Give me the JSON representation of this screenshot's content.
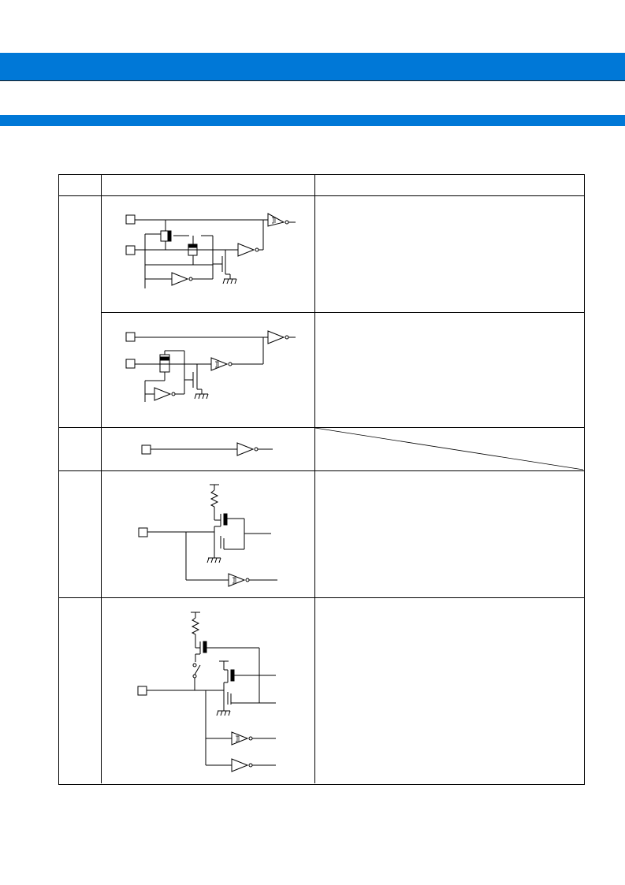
{
  "colors": {
    "header_band": "#0078d7",
    "line": "#000000",
    "page": "#ffffff"
  },
  "table": {
    "header": {
      "type": "",
      "circuit": "",
      "remarks": ""
    },
    "rows": [
      {
        "circuit": "analog-input-circuit-a",
        "remarks_diagonal": false
      },
      {
        "circuit": "analog-input-circuit-b",
        "remarks_diagonal": false
      },
      {
        "circuit": "cmos-input-circuit",
        "remarks_diagonal": true
      },
      {
        "circuit": "pull-up-input-circuit",
        "remarks_diagonal": false
      },
      {
        "circuit": "pull-up-bidirectional-circuit",
        "remarks_diagonal": false
      }
    ]
  }
}
